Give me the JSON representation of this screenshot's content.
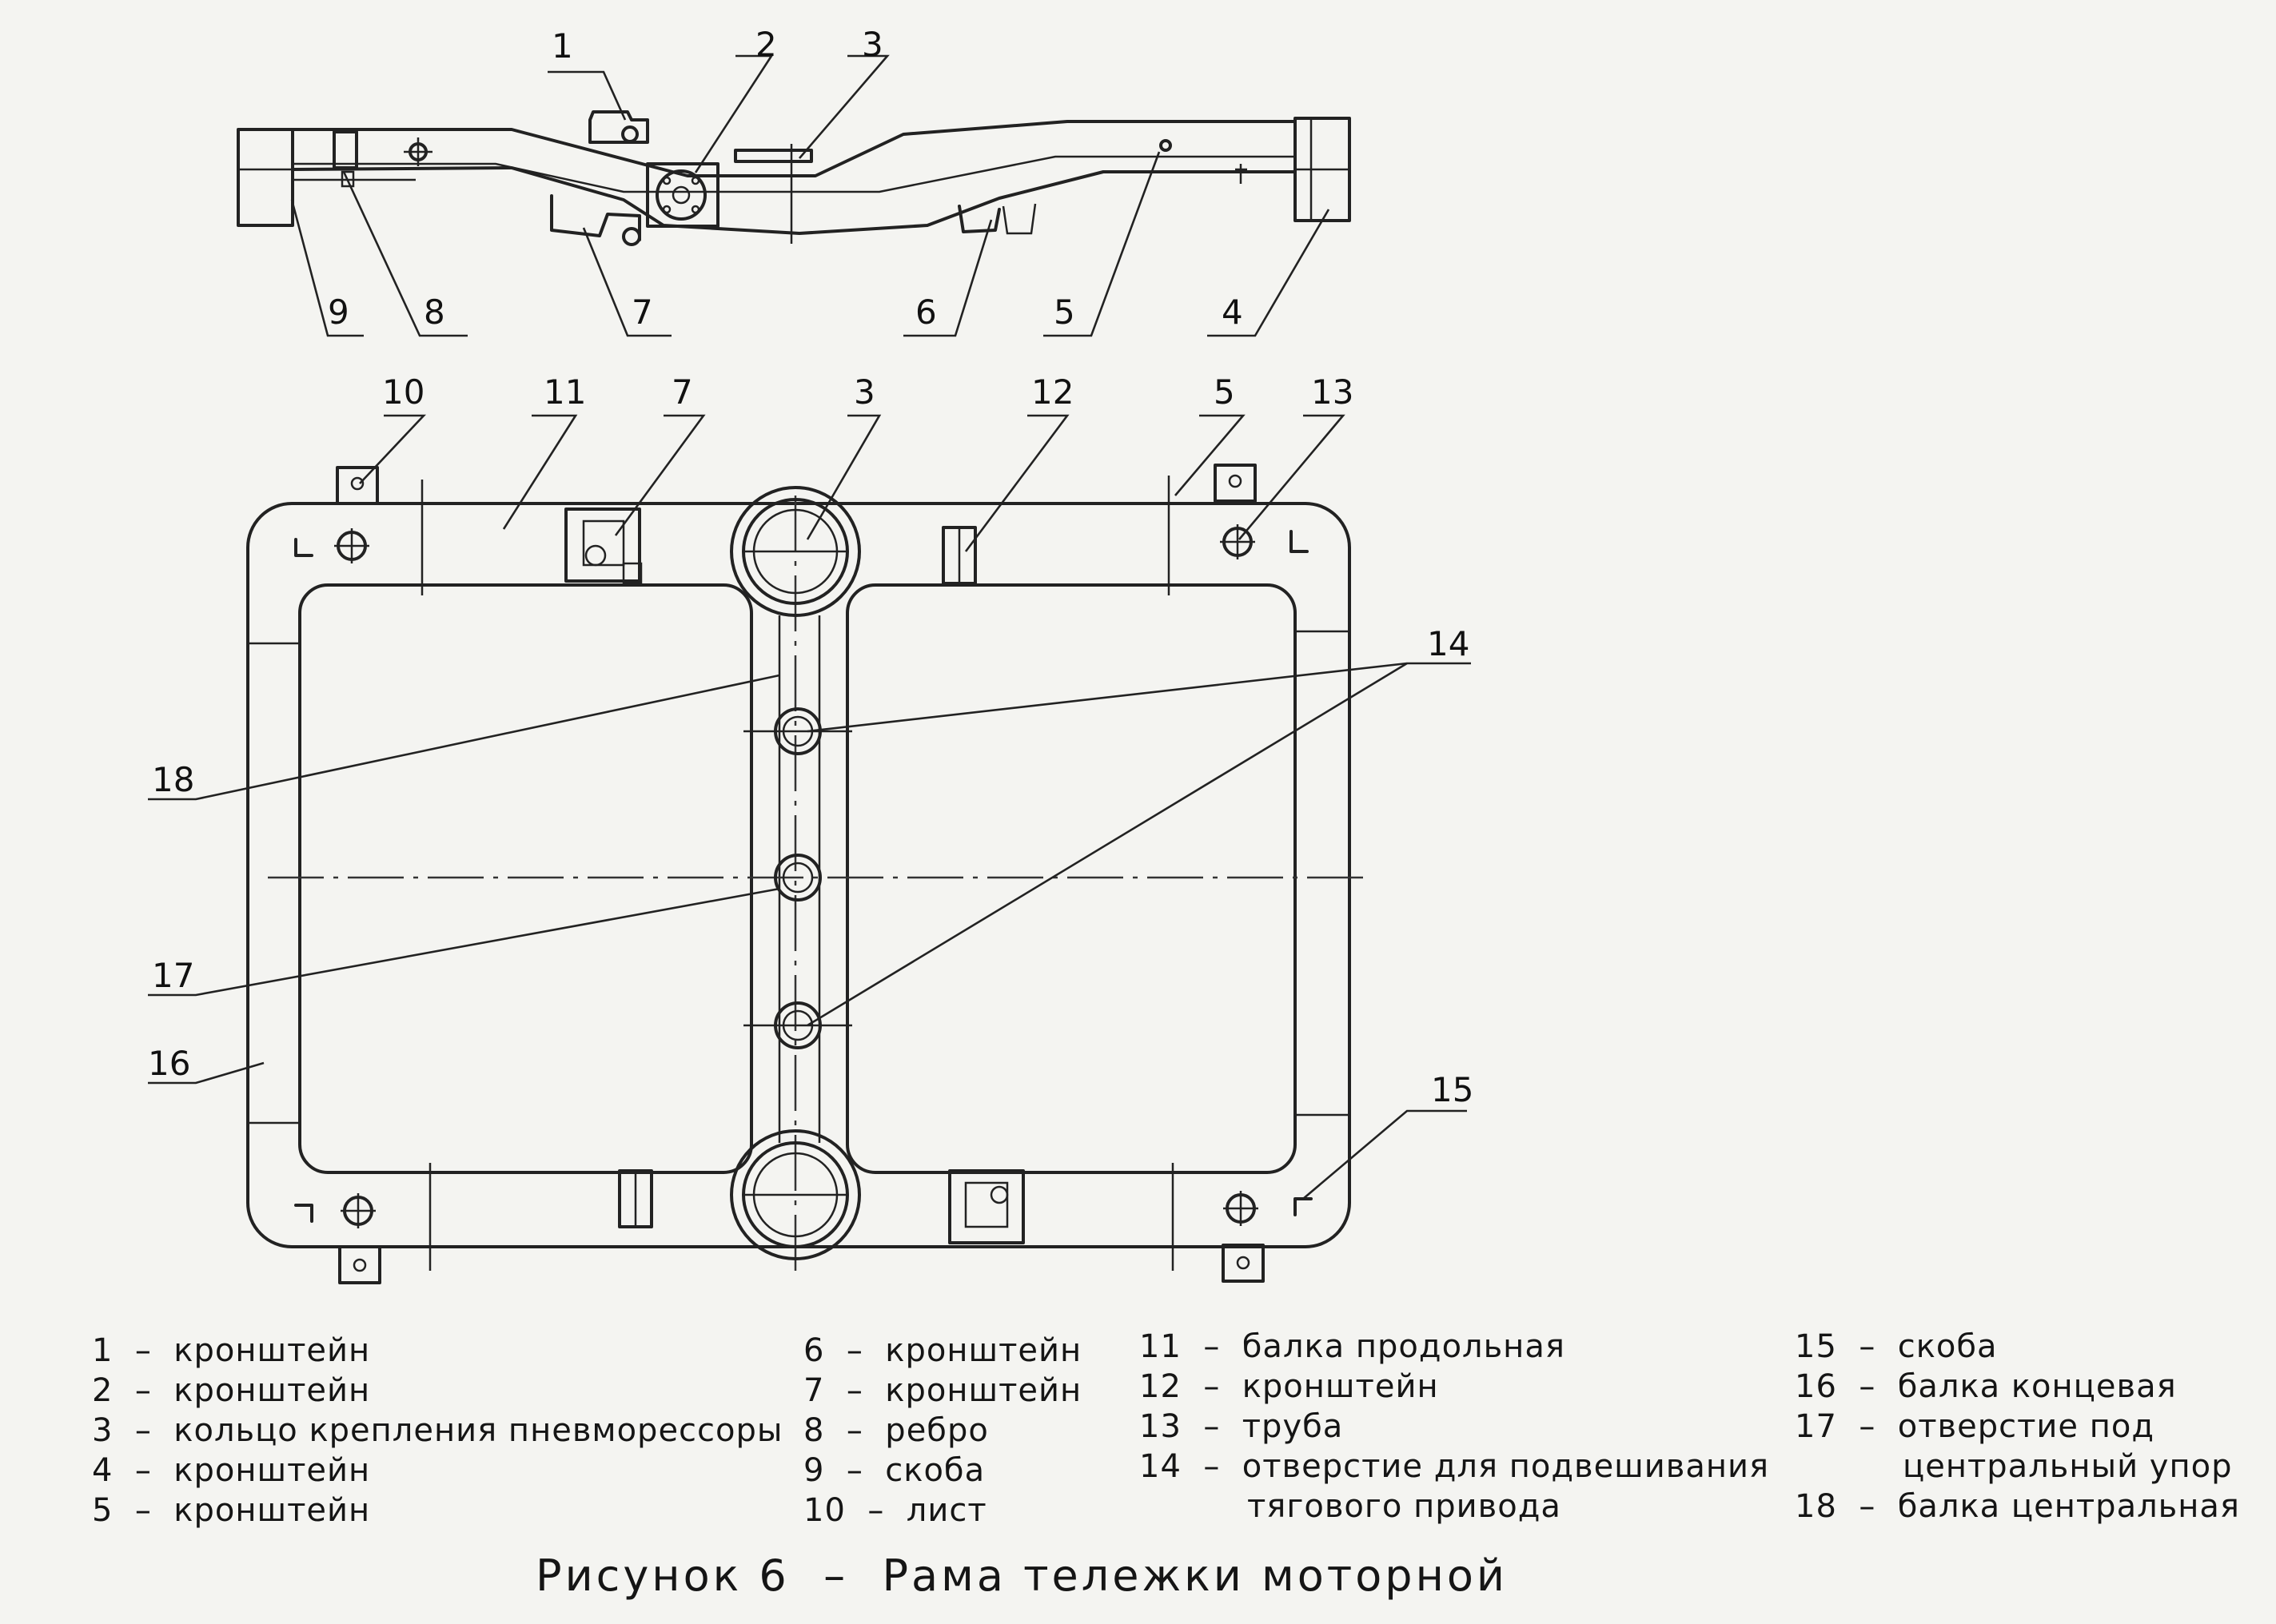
{
  "callouts": {
    "side_view": [
      "1",
      "2",
      "3",
      "9",
      "8",
      "7",
      "6",
      "5",
      "4"
    ],
    "plan_view": [
      "10",
      "11",
      "7",
      "3",
      "12",
      "5",
      "13",
      "14",
      "18",
      "17",
      "16",
      "15"
    ]
  },
  "legend": {
    "column_1": [
      "1  –  кронштейн",
      "2  –  кронштейн",
      "3  –  кольцо крепления пневморессоры",
      "4  –  кронштейн",
      "5  –  кронштейн"
    ],
    "column_2": [
      "6  –  кронштейн",
      "7  –  кронштейн",
      "8  –  ребро",
      "9  –  скоба",
      "10  –  лист"
    ],
    "column_3": [
      "11  –  балка продольная",
      "12  –  кронштейн",
      "13  –  труба",
      "14  –  отверстие для подвешивания",
      "тягового привода"
    ],
    "column_4": [
      "15  –  скоба",
      "16  –  балка концевая",
      "17  –  отверстие под",
      "центральный упор",
      "18  –  балка центральная"
    ]
  },
  "caption": "Рисунок 6  –  Рама тележки моторной"
}
